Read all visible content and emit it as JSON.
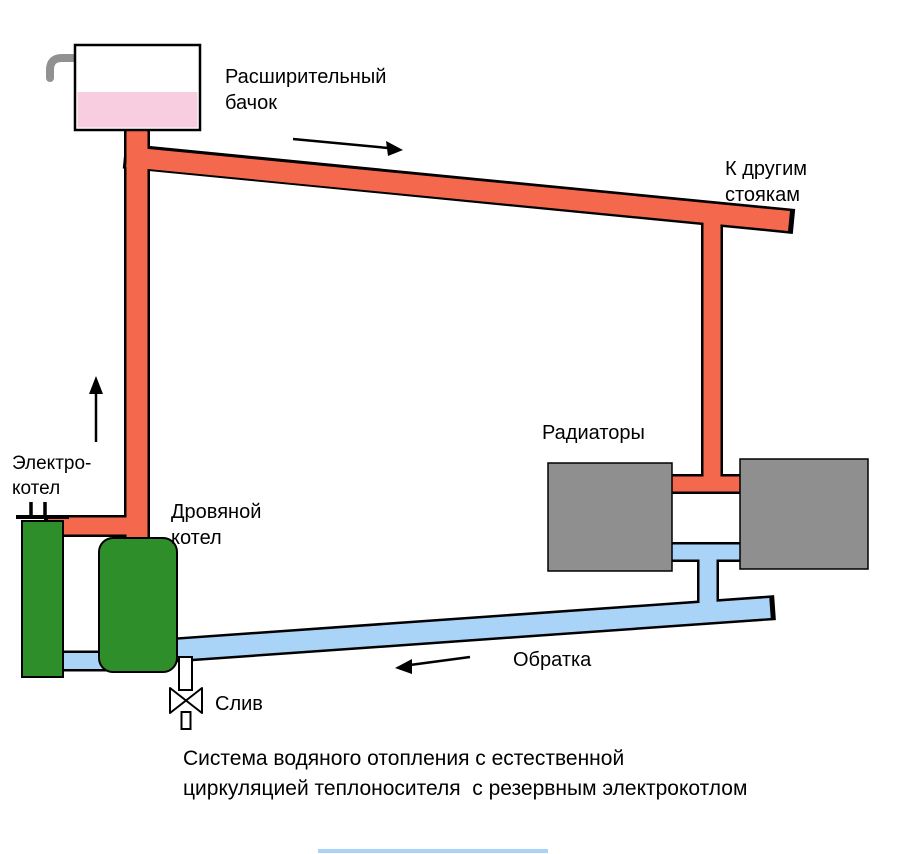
{
  "diagram": {
    "labels": {
      "expansion_tank": "Расширительный\nбачок",
      "to_other_risers": "К другим\nстоякам",
      "radiators": "Радиаторы",
      "electric_boiler": "Электро-\nкотел",
      "wood_boiler": "Дровяной\nкотел",
      "return_line": "Обратка",
      "drain": "Слив",
      "caption": "Система водяного отопления с естественной\nциркуляцией теплоносителя  с резервным электрокотлом"
    },
    "colors": {
      "hot_pipe": "#f4694d",
      "return_pipe": "#a9d3f7",
      "tank_fluid": "#f9cde0",
      "boiler_green": "#2e8f2a",
      "radiator_gray": "#8f8f8f",
      "spout_gray": "#919191",
      "outline": "#000000"
    }
  }
}
